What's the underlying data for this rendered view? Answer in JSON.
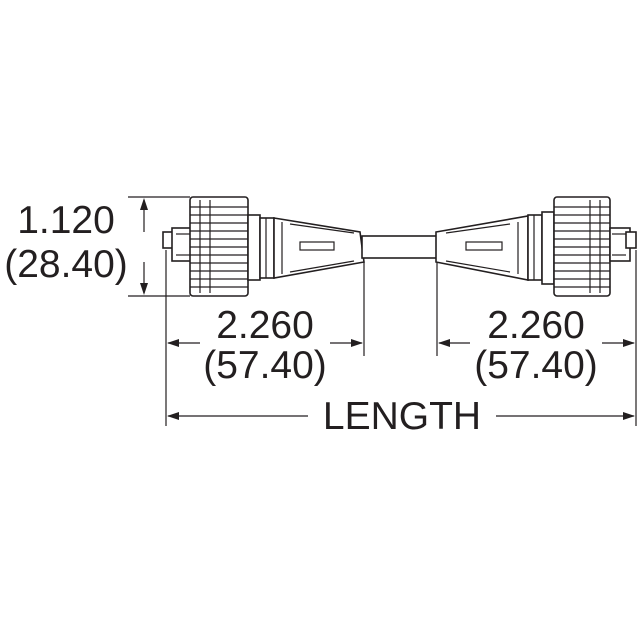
{
  "dimensions": {
    "height": {
      "inch": "1.120",
      "mm": "(28.40)"
    },
    "left_connector": {
      "inch": "2.260",
      "mm": "(57.40)"
    },
    "right_connector": {
      "inch": "2.260",
      "mm": "(57.40)"
    },
    "overall": {
      "label": "LENGTH"
    }
  },
  "colors": {
    "ink": "#231f20",
    "background": "#ffffff"
  }
}
